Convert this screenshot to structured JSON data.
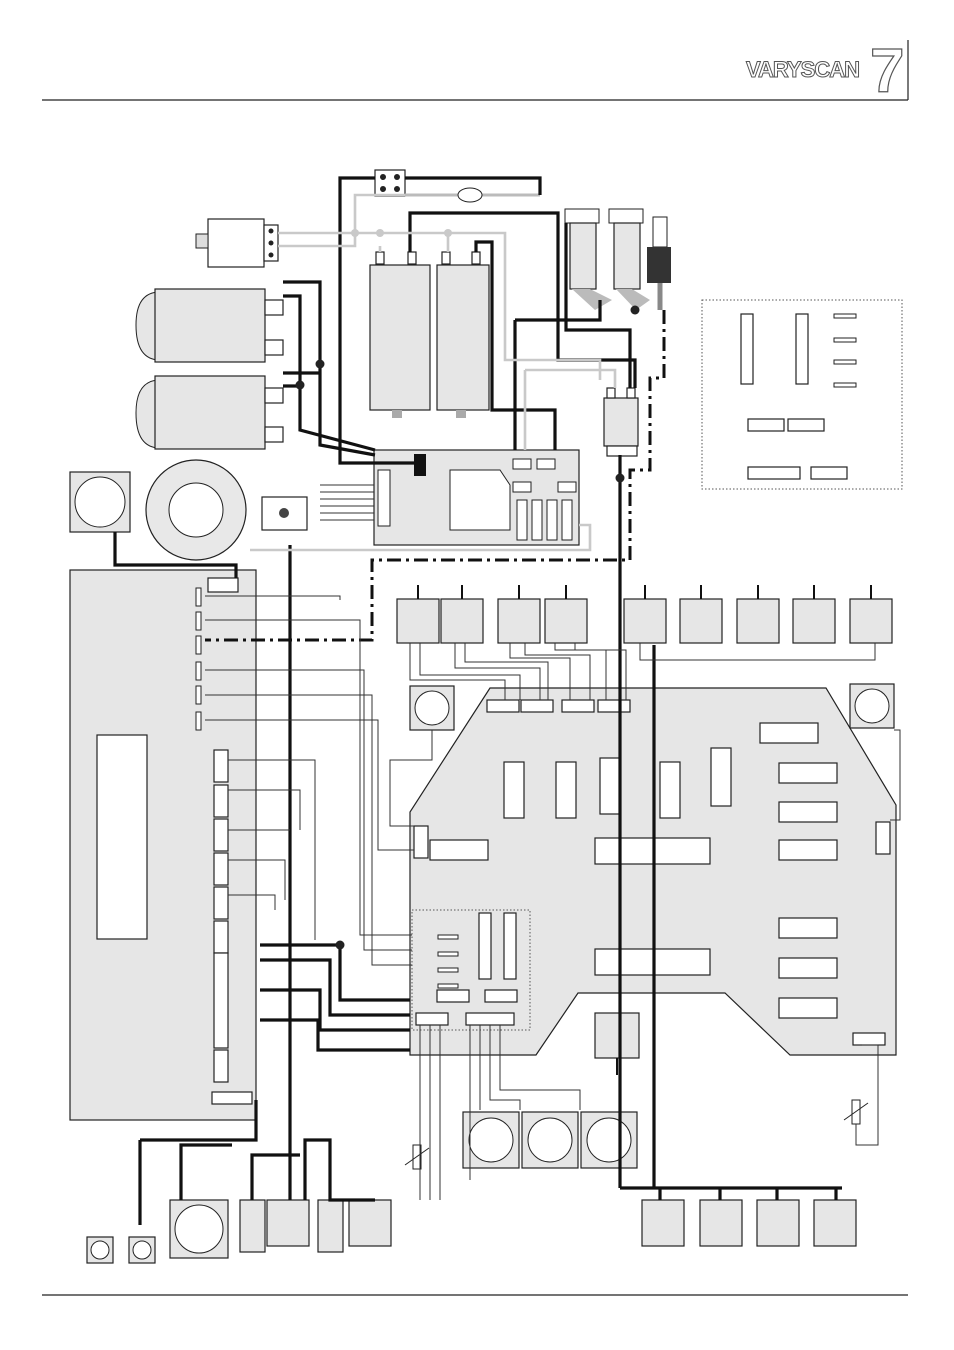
{
  "header": {
    "logo_word": "VARYSCAN",
    "logo_number": "7"
  },
  "diagram": {
    "type": "wiring-schematic"
  }
}
